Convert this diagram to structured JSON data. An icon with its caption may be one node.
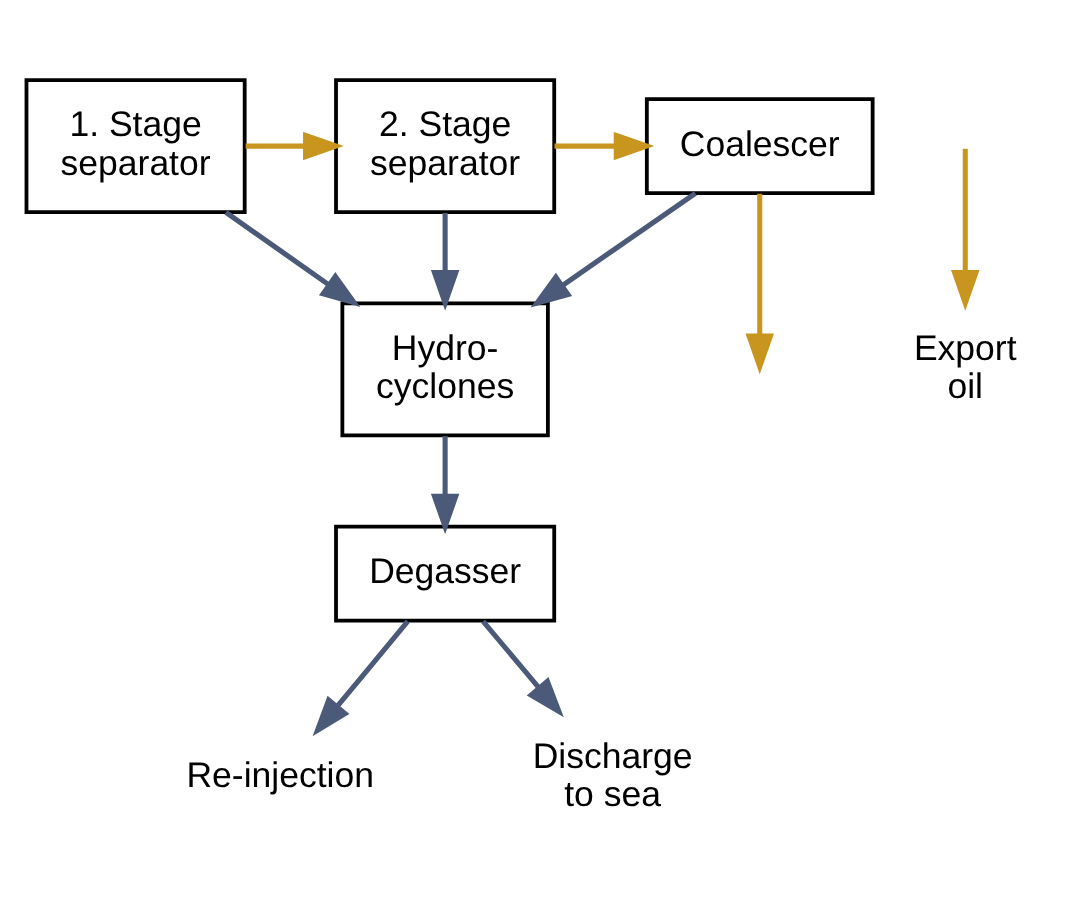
{
  "diagram": {
    "nodes": [
      {
        "text": [
          "1. Stage separator"
        ]
      },
      {
        "text": [
          "2. Stage separator"
        ]
      },
      {
        "text": [
          "Coalescer"
        ]
      },
      {
        "text": [
          "Hydro- cyclones"
        ]
      },
      {
        "text": [
          "Degasser"
        ]
      },
      {
        "text": [
          "Export oil"
        ]
      },
      {
        "text": [
          "Re-injection"
        ]
      },
      {
        "text": [
          "Discharge to sea"
        ]
      }
    ],
    "edges": [
      {
        "from": 0,
        "to": 1,
        "arrow": "to",
        "color": "#c8961e"
      },
      {
        "from": 1,
        "to": 2,
        "arrow": "to",
        "color": "#c8961e"
      },
      {
        "from": 2,
        "to": null,
        "arrow": "to",
        "color": "#c8961e"
      },
      {
        "from": null,
        "to": 5,
        "arrow": "to",
        "color": "#c8961e"
      },
      {
        "from": 0,
        "to": 3,
        "arrow": "to"
      },
      {
        "from": 1,
        "to": 3,
        "arrow": "to"
      },
      {
        "from": 2,
        "to": 3,
        "arrow": "to"
      },
      {
        "from": 3,
        "to": 4,
        "arrow": "to"
      },
      {
        "from": 4,
        "to": 6,
        "arrow": "to"
      },
      {
        "from": 4,
        "to": 7,
        "arrow": "to"
      }
    ]
  }
}
